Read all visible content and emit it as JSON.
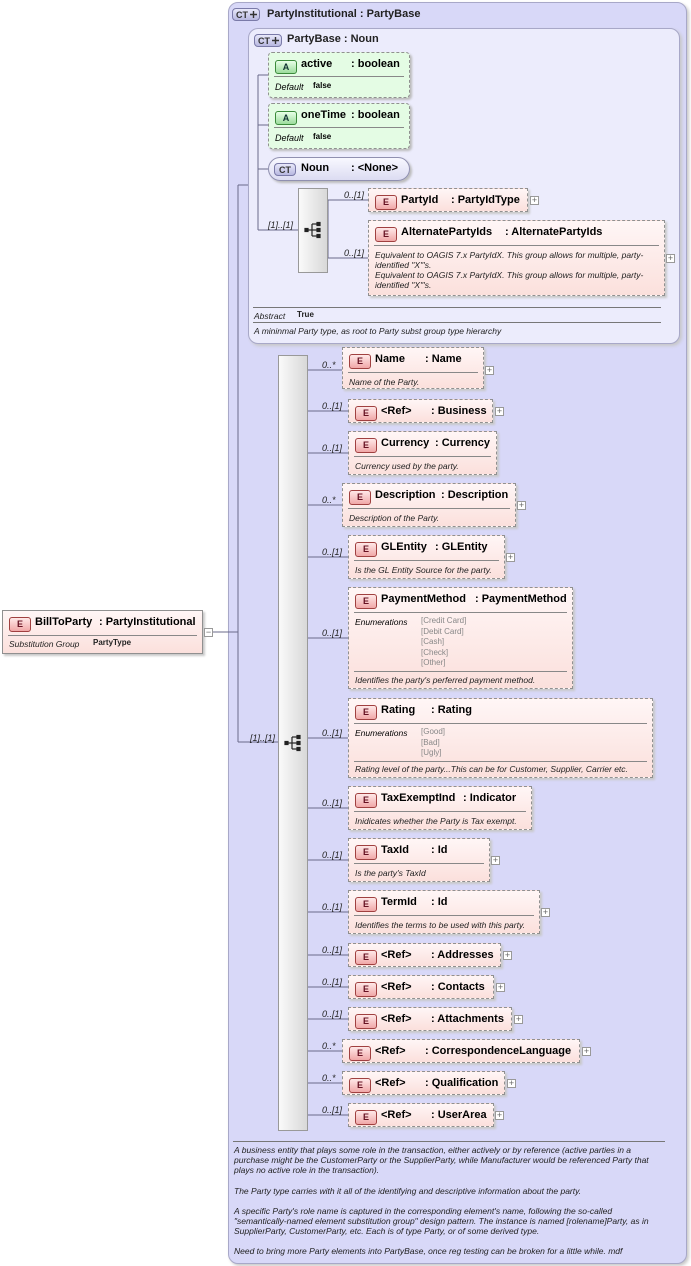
{
  "party_institutional": {
    "badge": "CT",
    "title": "PartyInstitutional : PartyBase"
  },
  "party_base": {
    "badge": "CT",
    "title": "PartyBase : Noun",
    "attributes": [
      {
        "badge": "A",
        "name": "active",
        "type": ": boolean",
        "default_label": "Default",
        "default_value": "false"
      },
      {
        "badge": "A",
        "name": "oneTime",
        "type": ": boolean",
        "default_label": "Default",
        "default_value": "false"
      }
    ],
    "noun": {
      "badge": "CT",
      "name": "Noun",
      "type": ": <None>"
    },
    "choice_card": "[1]..[1]",
    "party_id": {
      "card": "0..[1]",
      "badge": "E",
      "name": "PartyId",
      "type": ": PartyIdType"
    },
    "alternate_party_ids": {
      "card": "0..[1]",
      "badge": "E",
      "name": "AlternatePartyIds",
      "type": ": AlternatePartyIds",
      "doc": "Equivalent to OAGIS 7.x PartyIdX. This group allows for multiple, party-identified \"X\"'s.\nEquivalent to OAGIS 7.x PartyIdX. This group allows for multiple, party-identified \"X\"'s."
    },
    "abstract_label": "Abstract",
    "abstract_value": "True",
    "doc": "A mininmal Party type, as root to Party subst group type hierarchy"
  },
  "bill_to_party": {
    "badge": "E",
    "name": "BillToParty",
    "type": ": PartyInstitutional",
    "subst_label": "Substitution Group",
    "subst_value": "PartyType"
  },
  "sequence_card": "[1]..[1]",
  "elements": [
    {
      "card": "0..*",
      "name": "Name",
      "type": ": Name",
      "doc": "Name of the Party."
    },
    {
      "card": "0..[1]",
      "name": "<Ref>",
      "type": ": Business",
      "doc": ""
    },
    {
      "card": "0..[1]",
      "name": "Currency",
      "type": ": Currency",
      "doc": "Currency used by the party."
    },
    {
      "card": "0..*",
      "name": "Description",
      "type": ": Description",
      "doc": "Description of the Party."
    },
    {
      "card": "0..[1]",
      "name": "GLEntity",
      "type": ": GLEntity",
      "doc": "Is the GL Entity Source for the party."
    },
    {
      "card": "0..[1]",
      "name": "PaymentMethod",
      "type": ": PaymentMethod",
      "enum_label": "Enumerations",
      "enums": [
        "[Credit Card]",
        "[Debit Card]",
        "[Cash]",
        "[Check]",
        "[Other]"
      ],
      "doc": "Identifies the party's perferred payment method."
    },
    {
      "card": "0..[1]",
      "name": "Rating",
      "type": ": Rating",
      "enum_label": "Enumerations",
      "enums": [
        "[Good]",
        "[Bad]",
        "[Ugly]"
      ],
      "doc": "Rating level of the party...This can be for Customer, Supplier, Carrier etc."
    },
    {
      "card": "0..[1]",
      "name": "TaxExemptInd",
      "type": ": Indicator",
      "doc": "Inidicates whether the Party is Tax exempt."
    },
    {
      "card": "0..[1]",
      "name": "TaxId",
      "type": ": Id",
      "doc": "Is the party's TaxId"
    },
    {
      "card": "0..[1]",
      "name": "TermId",
      "type": ": Id",
      "doc": "Identifies the terms to be used with this party."
    },
    {
      "card": "0..[1]",
      "name": "<Ref>",
      "type": ": Addresses",
      "doc": ""
    },
    {
      "card": "0..[1]",
      "name": "<Ref>",
      "type": ": Contacts",
      "doc": ""
    },
    {
      "card": "0..[1]",
      "name": "<Ref>",
      "type": ": Attachments",
      "doc": ""
    },
    {
      "card": "0..*",
      "name": "<Ref>",
      "type": ": CorrespondenceLanguage",
      "doc": ""
    },
    {
      "card": "0..*",
      "name": "<Ref>",
      "type": ": Qualification",
      "doc": ""
    },
    {
      "card": "0..[1]",
      "name": "<Ref>",
      "type": ": UserArea",
      "doc": ""
    }
  ],
  "doc_paragraphs": [
    "A business entity that plays some role in the transaction, either actively or  by reference (active parties  in a purchase might be the CustomerParty or the SupplierParty, while Manufacturer would be referenced Party that plays no active role in the transaction).",
    "The Party type carries with it all of the identifying and descriptive information about the party.",
    "A specific Party's role name is captured in the corresponding element's name, following the so-called \"semantically-named element substitution group\" design pattern. The instance is named [rolename]Party, as in SupplierParty, CustomerParty, etc. Each is of type Party, or of some derived type.",
    "Need to bring more Party elements into PartyBase, once reg testing can be broken for a little while. mdf"
  ]
}
